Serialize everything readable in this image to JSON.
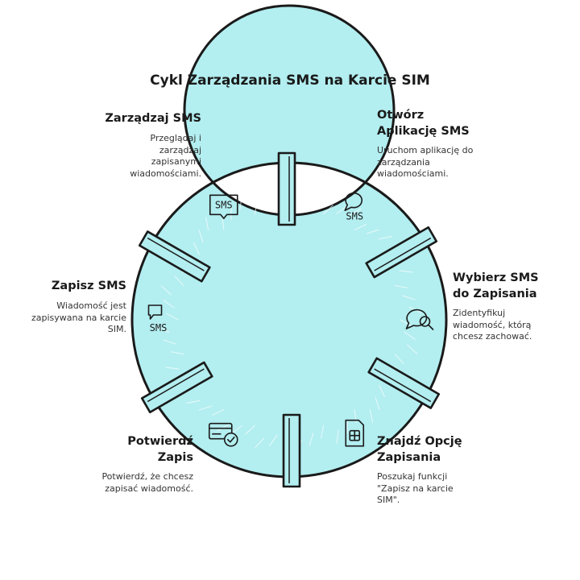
{
  "title": "Cykl Zarządzania SMS na Karcie SIM",
  "colors": {
    "ring": "#b3eef0",
    "stroke": "#1a1a1a",
    "connector": "#b3eef0"
  },
  "steps": [
    {
      "title_lines": [
        "Otwórz",
        "Aplikację SMS"
      ],
      "desc_lines": [
        "Uruchom aplikację do",
        "zarządzania",
        "wiadomościami."
      ],
      "icon": "chat-sms-icon",
      "icon_label": "SMS"
    },
    {
      "title_lines": [
        "Wybierz SMS",
        "do Zapisania"
      ],
      "desc_lines": [
        "Zidentyfikuj",
        "wiadomość, którą",
        "chcesz zachować."
      ],
      "icon": "chat-search-icon"
    },
    {
      "title_lines": [
        "Znajdź Opcję",
        "Zapisania"
      ],
      "desc_lines": [
        "Poszukaj funkcji",
        "\"Zapisz na karcie",
        "SIM\"."
      ],
      "icon": "sim-card-icon"
    },
    {
      "title_lines": [
        "Potwierdź",
        "Zapis"
      ],
      "desc_lines": [
        "Potwierdź, że chcesz",
        "zapisać wiadomość."
      ],
      "icon": "card-check-icon"
    },
    {
      "title_lines": [
        "Zapisz SMS"
      ],
      "desc_lines": [
        "Wiadomość jest",
        "zapisywana na karcie",
        "SIM."
      ],
      "icon": "chat-bubble-sms-icon",
      "icon_label": "SMS"
    },
    {
      "title_lines": [
        "Zarządzaj SMS"
      ],
      "desc_lines": [
        "Przeglądaj i",
        "zarządzaj",
        "zapisanymi",
        "wiadomościami."
      ],
      "icon": "sms-box-icon",
      "icon_label": "SMS"
    }
  ]
}
